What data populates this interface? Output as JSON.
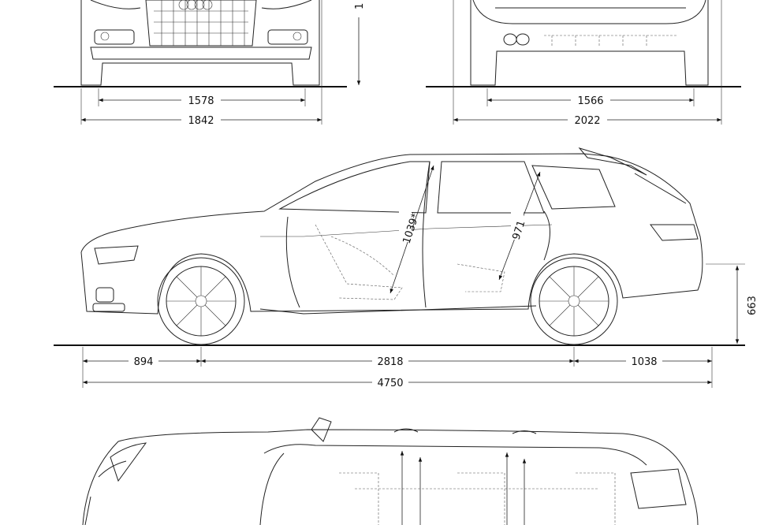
{
  "front_view": {
    "dimensions": {
      "track_front": "1578",
      "width": "1842",
      "height_partial": "1"
    }
  },
  "rear_view": {
    "dimensions": {
      "track_rear": "1566",
      "width_with_mirrors": "2022"
    }
  },
  "side_view": {
    "dimensions": {
      "front_overhang": "894",
      "wheelbase": "2818",
      "rear_overhang": "1038",
      "length": "4750",
      "loading_height": "663",
      "front_headroom": "1039*",
      "rear_headroom": "971"
    }
  }
}
